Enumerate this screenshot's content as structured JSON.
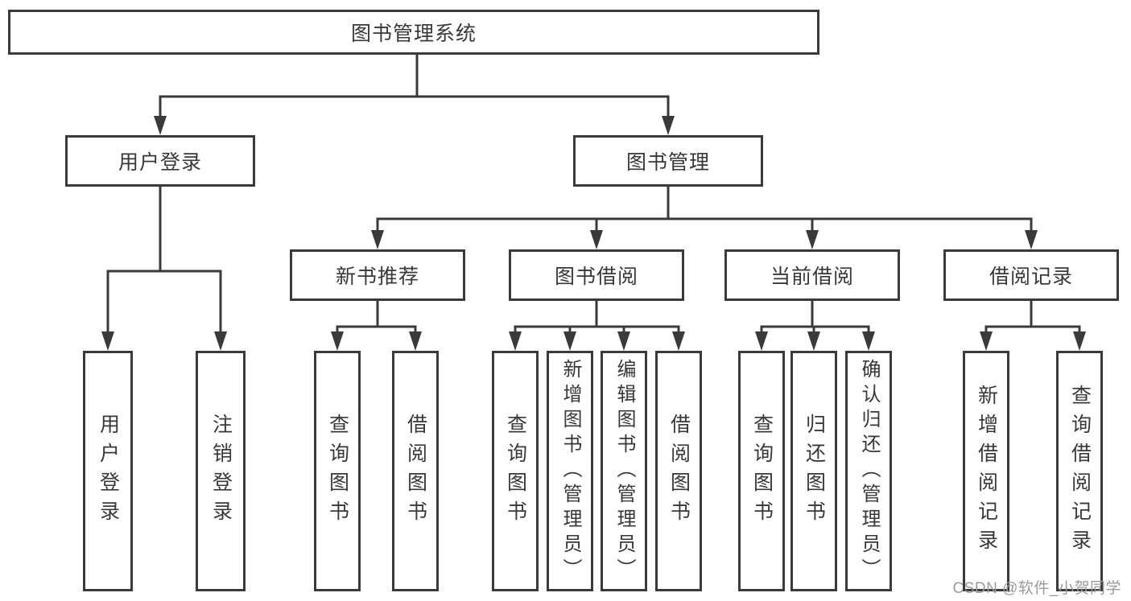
{
  "diagram": {
    "title": "图书管理系统",
    "nodes": {
      "user_login": "用户登录",
      "book_management": "图书管理",
      "new_book_recommend": "新书推荐",
      "book_borrow": "图书借阅",
      "current_borrow": "当前借阅",
      "borrow_record": "借阅记录",
      "leaf_user_login": "用户登录",
      "leaf_logout": "注销登录",
      "leaf_rec_query": "查询图书",
      "leaf_rec_borrow": "借阅图书",
      "leaf_bor_query": "查询图书",
      "leaf_bor_add": "新增图书（管理员）",
      "leaf_bor_edit": "编辑图书（管理员）",
      "leaf_bor_borrow": "借阅图书",
      "leaf_cur_query": "查询图书",
      "leaf_cur_return": "归还图书",
      "leaf_cur_confirm": "确认归还（管理员）",
      "leaf_recd_add": "新增借阅记录",
      "leaf_recd_query": "查询借阅记录"
    },
    "watermark": "CSDN @软件_小贺同学",
    "colors": {
      "line": "#3a3a3a",
      "text": "#383838",
      "watermark": "#9a9a9a",
      "background": "#ffffff"
    }
  }
}
